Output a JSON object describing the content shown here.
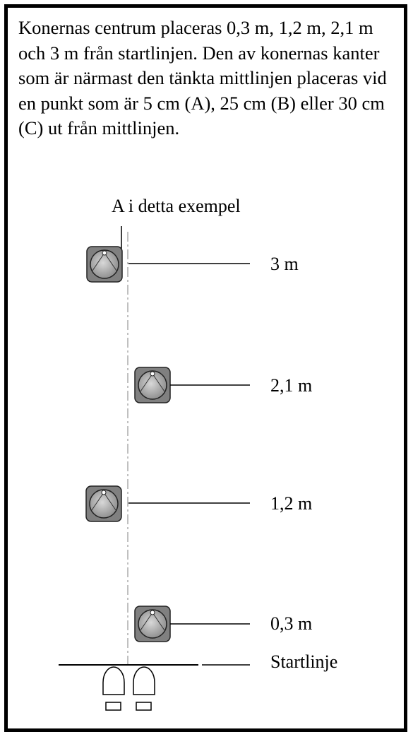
{
  "description": "Konernas centrum placeras 0,3 m, 1,2 m, 2,1 m och 3 m från startlinjen. Den av konernas kanter som är närmast den tänkta mittlinjen placeras vid en punkt som är 5 cm (A), 25 cm (B) eller 30 cm (C) ut från mittlinjen.",
  "example_label": "A i detta exempel",
  "cones": [
    {
      "distance_label": "3 m",
      "side": "left"
    },
    {
      "distance_label": "2,1 m",
      "side": "right"
    },
    {
      "distance_label": "1,2 m",
      "side": "left"
    },
    {
      "distance_label": "0,3 m",
      "side": "right"
    }
  ],
  "start_line_label": "Startlinje",
  "colors": {
    "cone_base": "#808080",
    "cone": "#b4b4b4",
    "centerline": "#c0c0c0"
  }
}
